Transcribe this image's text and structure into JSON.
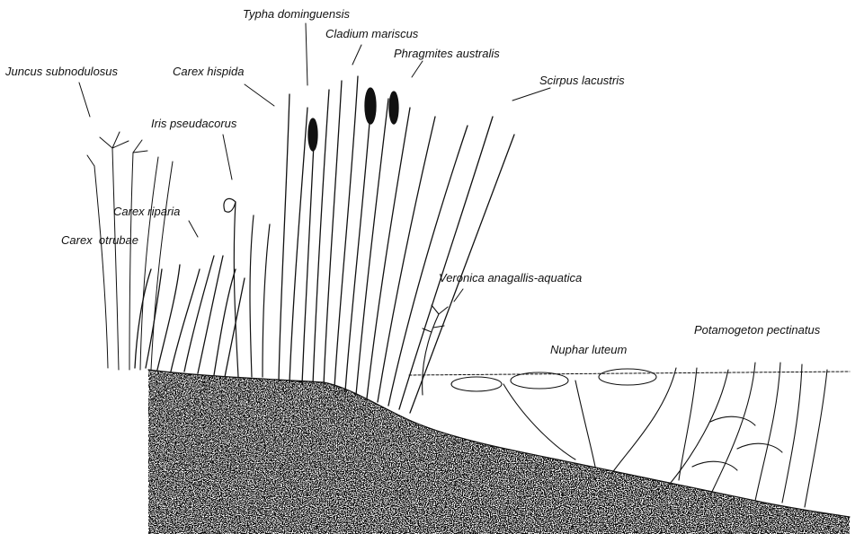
{
  "diagram": {
    "labels": {
      "typha": "Typha dominguensis",
      "cladium": "Cladium mariscus",
      "phragmites": "Phragmites australis",
      "juncus": "Juncus subnodulosus",
      "carex_hispida": "Carex hispida",
      "scirpus": "Scirpus lacustris",
      "iris": "Iris pseudacorus",
      "carex_riparia": "Carex riparia",
      "carex_otrubae": "Carex  otrubae",
      "veronica": "Veronica anagallis-aquatica",
      "nuphar": "Nuphar luteum",
      "potamogeton": "Potamogeton pectinatus"
    },
    "colors": {
      "ink": "#111111",
      "background": "#ffffff"
    }
  }
}
